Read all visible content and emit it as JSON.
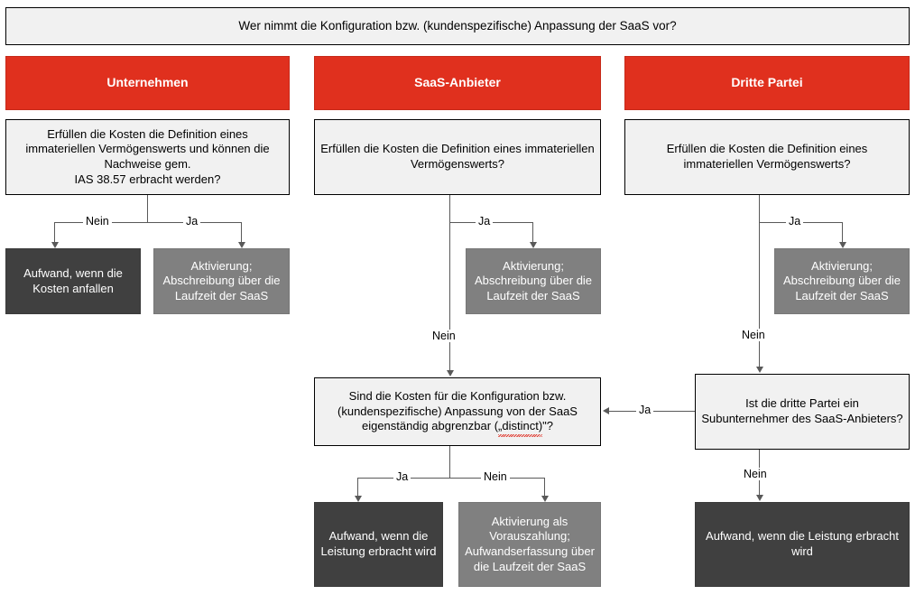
{
  "title": {
    "text": "Wer nimmt die Konfiguration bzw. (kundenspezifische) Anpassung der SaaS vor?"
  },
  "colors": {
    "accent_red": "#e0301e",
    "box_light": "#f1f1f1",
    "box_dark": "#404040",
    "box_mid": "#808080",
    "connector": "#595959",
    "spellcheck": "#e03a2f"
  },
  "columns": [
    {
      "id": "unternehmen",
      "actor": "Unternehmen",
      "decision": "Erfüllen die Kosten die Definition eines immateriellen Vermögenswerts und können die Nachweise gem.\nIAS 38.57 erbracht werden?",
      "branch_no_label": "Nein",
      "branch_yes_label": "Ja",
      "outcome_no": "Aufwand, wenn die Kosten anfallen",
      "outcome_yes": "Aktivierung; Abschreibung über die Laufzeit der SaaS"
    },
    {
      "id": "saas-anbieter",
      "actor": "SaaS-Anbieter",
      "decision": "Erfüllen die Kosten die Definition eines immateriellen Vermögenswerts?",
      "branch_yes_label": "Ja",
      "branch_no_label": "Nein",
      "outcome_yes": "Aktivierung; Abschreibung über die Laufzeit der SaaS",
      "decision2_prefix": "Sind die Kosten für die Konfiguration bzw. (kundenspezifische) Anpassung von der SaaS eigenständig abgrenzbar (",
      "decision2_quoted": "„distinct)",
      "decision2_suffix": "\"?",
      "decision2_branch_yes_label": "Ja",
      "decision2_branch_no_label": "Nein",
      "outcome2_yes": "Aufwand, wenn die Leistung erbracht wird",
      "outcome2_no": "Aktivierung als Vorauszahlung; Aufwandserfassung über die Laufzeit der SaaS"
    },
    {
      "id": "dritte-partei",
      "actor": "Dritte Partei",
      "decision": "Erfüllen die Kosten die Definition eines immateriellen Vermögenswerts?",
      "branch_yes_label": "Ja",
      "branch_no_label": "Nein",
      "outcome_yes": "Aktivierung; Abschreibung über die Laufzeit der SaaS",
      "decision2": "Ist die dritte Partei ein Subunternehmer des SaaS-Anbieters?",
      "decision2_branch_yes_label": "Ja",
      "decision2_branch_no_label": "Nein",
      "outcome2_no": "Aufwand, wenn die Leistung erbracht wird"
    }
  ]
}
